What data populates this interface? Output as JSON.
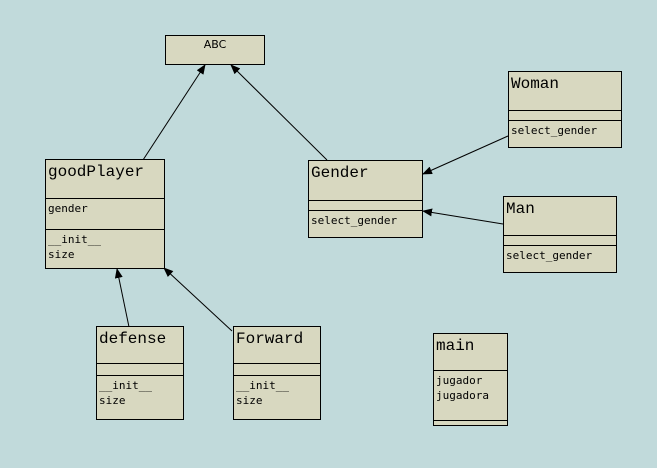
{
  "classes": {
    "abc": {
      "name": "ABC"
    },
    "goodPlayer": {
      "name": "goodPlayer",
      "attributes": [
        "gender"
      ],
      "methods": [
        "__init__",
        "size"
      ]
    },
    "gender": {
      "name": "Gender",
      "attributes": [],
      "methods": [
        "select_gender"
      ]
    },
    "woman": {
      "name": "Woman",
      "attributes": [],
      "methods": [
        "select_gender"
      ]
    },
    "man": {
      "name": "Man",
      "attributes": [],
      "methods": [
        "select_gender"
      ]
    },
    "defense": {
      "name": "defense",
      "attributes": [],
      "methods": [
        "__init__",
        "size"
      ]
    },
    "forward": {
      "name": "Forward",
      "attributes": [],
      "methods": [
        "__init__",
        "size"
      ]
    },
    "main": {
      "name": "main",
      "attributes": [
        "jugador",
        "jugadora"
      ],
      "methods": []
    }
  },
  "relations": [
    {
      "from": "goodPlayer",
      "to": "ABC",
      "type": "inheritance"
    },
    {
      "from": "Gender",
      "to": "ABC",
      "type": "inheritance"
    },
    {
      "from": "Woman",
      "to": "Gender",
      "type": "inheritance"
    },
    {
      "from": "Man",
      "to": "Gender",
      "type": "inheritance"
    },
    {
      "from": "defense",
      "to": "goodPlayer",
      "type": "inheritance"
    },
    {
      "from": "Forward",
      "to": "goodPlayer",
      "type": "inheritance"
    }
  ],
  "colors": {
    "background": "#c1dadb",
    "class_fill": "#d8d8c0",
    "line": "#000000"
  }
}
